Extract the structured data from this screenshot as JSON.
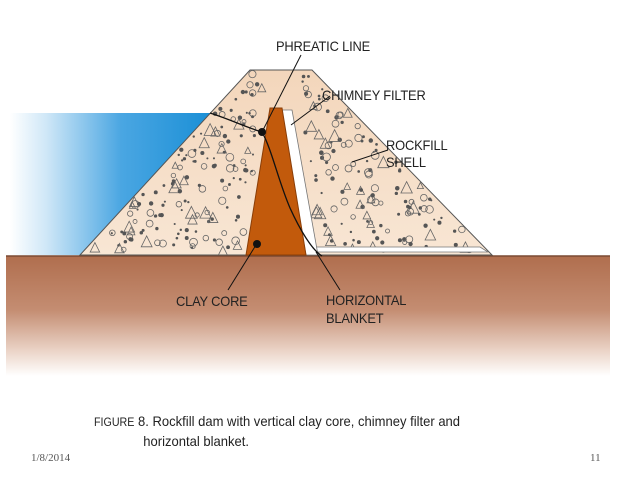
{
  "diagram": {
    "labels": {
      "phreatic_line": "PHREATIC LINE",
      "chimney_filter": "CHIMNEY FILTER",
      "rockfill_shell_1": "ROCKFILL",
      "rockfill_shell_2": "SHELL",
      "clay_core": "CLAY CORE",
      "horizontal_blanket_1": "HORIZONTAL",
      "horizontal_blanket_2": "BLANKET"
    },
    "caption": {
      "figure_label": "FIGURE",
      "figure_number": "8.",
      "text_line1": "Rockfill dam with vertical clay core, chimney filter and",
      "text_line2": "horizontal blanket."
    },
    "colors": {
      "water": "#1a8fd6",
      "ground": "#b8795a",
      "shell": "#f4dcc4",
      "core": "#c25a0c",
      "filter": "#ffffff",
      "outline": "#222222"
    }
  },
  "footer": {
    "date": "1/8/2014",
    "slide_number": "11"
  }
}
